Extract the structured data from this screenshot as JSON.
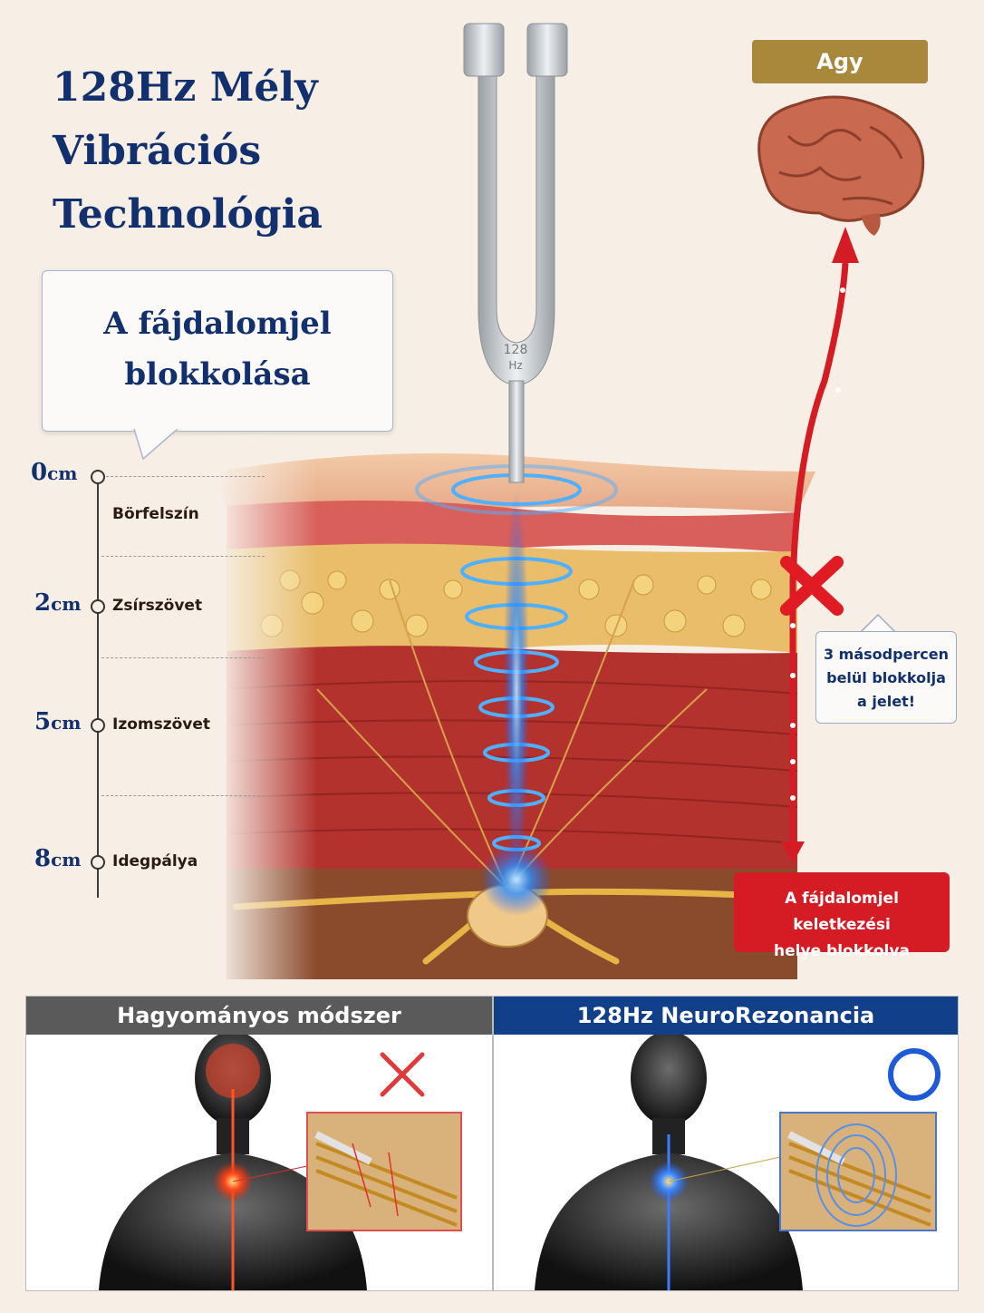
{
  "title_lines": [
    "128Hz Mély",
    "Vibrációs",
    "Technológia"
  ],
  "bubble_lines": [
    "A fájdalomjel",
    "blokkolása"
  ],
  "fork_label": {
    "line1": "128",
    "line2": "Hz"
  },
  "scale": [
    {
      "value": "0",
      "unit": "cm",
      "label": ""
    },
    {
      "value": "",
      "unit": "",
      "label": "Börfelszín"
    },
    {
      "value": "2",
      "unit": "cm",
      "label": "Zsírszövet"
    },
    {
      "value": "5",
      "unit": "cm",
      "label": "Izomszövet"
    },
    {
      "value": "8",
      "unit": "cm",
      "label": "Idegpálya"
    }
  ],
  "brain_label": "Agy",
  "callout_lines": [
    "3 másodpercen",
    "belül blokkolja",
    "a jelet!"
  ],
  "red_box_lines": [
    "A fájdalomjel keletkezési",
    "helye blokkolva"
  ],
  "panels": {
    "left": {
      "title": "Hagyományos módszer",
      "mark": "cross",
      "color": "#5a5a5a"
    },
    "right": {
      "title": "128Hz NeuroRezonancia",
      "mark": "circle",
      "color": "#123f8a"
    }
  }
}
